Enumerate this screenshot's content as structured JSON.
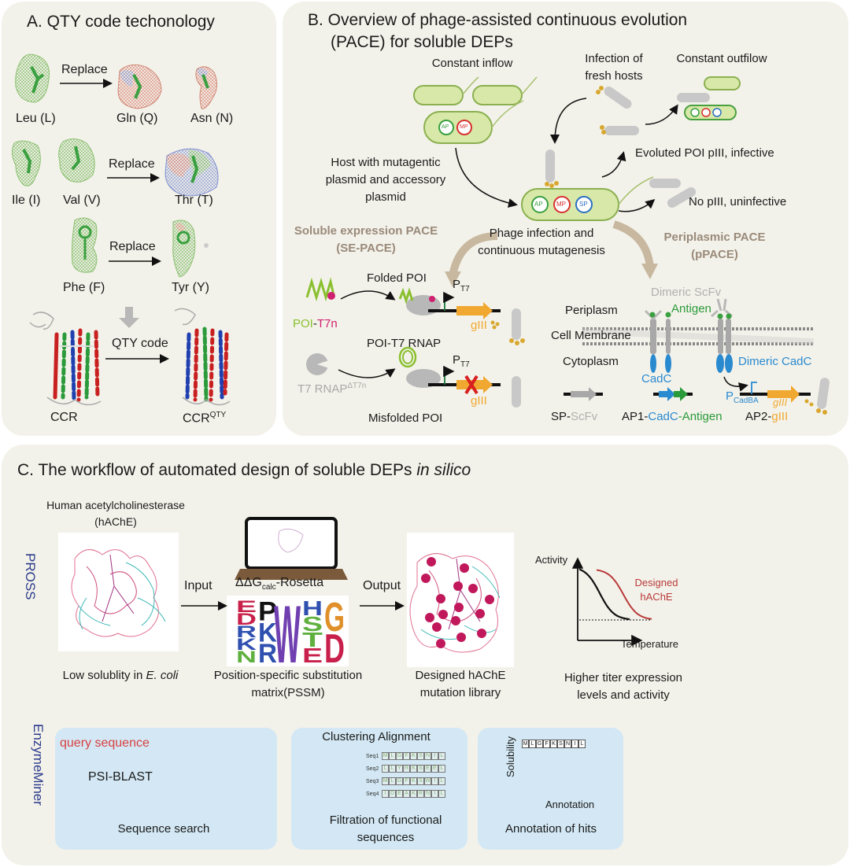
{
  "panel_a": {
    "title": "A. QTY code techonology",
    "replace_label": "Replace",
    "residues": {
      "leu": "Leu (L)",
      "gln": "Gln (Q)",
      "asn": "Asn (N)",
      "ile": "Ile (I)",
      "val": "Val (V)",
      "thr": "Thr (T)",
      "phe": "Phe (F)",
      "tyr": "Tyr (Y)"
    },
    "qty_code_label": "QTY code",
    "ccr_label": "CCR",
    "ccr_qty_base": "CCR",
    "ccr_qty_sup": "QTY"
  },
  "panel_b": {
    "title_line1": "B. Overview of phage-assisted continuous evolution",
    "title_line2": "(PACE) for soluble DEPs",
    "constant_inflow": "Constant inflow",
    "infection_line1": "Infection of",
    "infection_line2": "fresh hosts",
    "constant_outflow": "Constant outfilow",
    "host_line1": "Host with mutagentic",
    "host_line2": "plasmid and accessory",
    "host_line3": "plasmid",
    "evoluted": "Evoluted POI pIII, infective",
    "no_piii": "No pIII, uninfective",
    "plasmids": {
      "ap": "AP",
      "mp": "MP",
      "sp": "SP"
    },
    "phage_infection_line1": "Phage infection and",
    "phage_infection_line2": "continuous mutagenesis",
    "se_pace_line1": "Soluble expression PACE",
    "se_pace_line2": "(SE-PACE)",
    "ppace_line1": "Periplasmic PACE",
    "ppace_line2": "(pPACE)",
    "folded_poi": "Folded POI",
    "misfolded_poi": "Misfolded POI",
    "poi_part": "POI",
    "dash": "-",
    "t7n_part": "T7n",
    "poi_t7_rnap": "POI-T7 RNAP",
    "t7_rnap_base": "T7 RNAP",
    "t7_rnap_sup": "ΔT7n",
    "p_label": "P",
    "t7_sub": "T7",
    "giii": "gIII",
    "dimeric_scfv": "Dimeric ScFv",
    "antigen": "Antigen",
    "periplasm": "Periplasm",
    "cell_membrane": "Cell Membrane",
    "cytoplasm": "Cytoplasm",
    "cadc": "CadC",
    "dimeric_cadc": "Dimeric CadC",
    "cadba_sub": "CadBA",
    "sp_part": "SP-",
    "scfv_part": "ScFv",
    "ap1_part": "AP1-",
    "cadc_part": "CadC",
    "antigen_part": "-Antigen",
    "ap2_part": "AP2-",
    "giii_part": "gIII"
  },
  "panel_c": {
    "title_main": "C. The workflow of automated design of soluble DEPs ",
    "title_italic": "in silico",
    "pross_label": "PROSS",
    "enzymeminer_label": "EnzymeMiner",
    "hache_line1": "Human acetylcholinesterase",
    "hache_line2": "(hAChE)",
    "low_sol_main": "Low solublity in ",
    "low_sol_italic": "E. coli",
    "input": "Input",
    "output": "Output",
    "ddg_prefix": "ΔΔG",
    "ddg_sub": "calc",
    "ddg_suffix": "-Rosetta",
    "pssm_line1": "Position-specific substitution",
    "pssm_line2": "matrix(PSSM)",
    "designed_line1": "Designed hAChE",
    "designed_line2": "mutation library",
    "higher_line1": "Higher titer expression",
    "higher_line2": "levels and activity",
    "sequence_search": {
      "query": "query sequence",
      "psi_blast": "PSI-BLAST",
      "caption": "Sequence search",
      "hit_colors": [
        "#3a5a9a",
        "#e08a5a",
        "#8a6a4a",
        "#3aa0a0",
        "#3aa0a0",
        "#c03a8a",
        "#2a8a5a",
        "#a8d060",
        "#c03a3a",
        "#4a3a8a",
        "#d8a060",
        "#d8a060"
      ]
    },
    "clustering": {
      "title": "Clustering Alignment",
      "seqs": [
        "Seq1",
        "Seq2",
        "Seq3",
        "Seq4"
      ],
      "residues": [
        [
          "M",
          "L",
          "G",
          "F",
          "K",
          "S",
          "N",
          "I",
          "L"
        ],
        [
          "L",
          "L",
          "Y",
          "R",
          "K",
          "S",
          "E",
          "E",
          "L"
        ],
        [
          "M",
          "L",
          "G",
          "F",
          "K",
          "S",
          "W",
          "I",
          "L"
        ],
        [
          "I",
          "D",
          "E",
          "A",
          "K",
          "R",
          "N",
          "I",
          "L"
        ]
      ],
      "bar_colors": [
        "#d83030",
        "#3060c0",
        "#6a3aa0",
        "#5ab040",
        "#e8e040",
        "#d03070"
      ],
      "caption_line1": "Filtration of functional",
      "caption_line2": "sequences"
    },
    "annotation": {
      "residues": [
        "M",
        "L",
        "G",
        "F",
        "K",
        "S",
        "N",
        "I",
        "L"
      ],
      "y_label": "Solubility",
      "x_label": "Annotation",
      "caption": "Annotation of hits"
    },
    "activity_plot": {
      "y_label": "Activity",
      "x_label": "Temperature",
      "designed_line1": "Designed",
      "designed_line2": "hAChE",
      "wild_color": "#111111",
      "designed_color": "#b83a3a"
    },
    "pssm_logo": [
      {
        "letters": [
          {
            "ch": "E",
            "color": "#c8204a"
          },
          {
            "ch": "D",
            "color": "#c8204a"
          },
          {
            "ch": "R",
            "color": "#3050b0"
          },
          {
            "ch": "K",
            "color": "#3050b0"
          },
          {
            "ch": "N",
            "color": "#60b040"
          }
        ]
      },
      {
        "letters": [
          {
            "ch": "P",
            "color": "#111111"
          },
          {
            "ch": "K",
            "color": "#3050b0"
          },
          {
            "ch": "R",
            "color": "#3050b0"
          }
        ]
      },
      {
        "letters": [
          {
            "ch": "W",
            "color": "#7040b0"
          }
        ]
      },
      {
        "letters": [
          {
            "ch": "H",
            "color": "#3050b0"
          },
          {
            "ch": "S",
            "color": "#60b040"
          },
          {
            "ch": "T",
            "color": "#60b040"
          },
          {
            "ch": "E",
            "color": "#c8204a"
          }
        ]
      },
      {
        "letters": [
          {
            "ch": "G",
            "color": "#e0902a"
          },
          {
            "ch": "D",
            "color": "#c8204a"
          }
        ]
      }
    ]
  }
}
